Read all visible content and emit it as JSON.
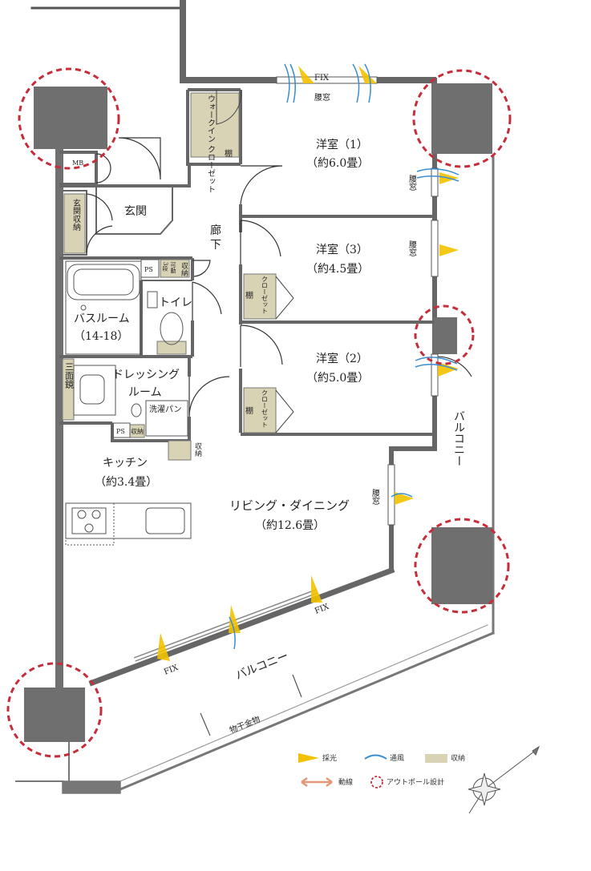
{
  "rooms": {
    "western1_name": "洋室（1）",
    "western1_size": "（約6.0畳）",
    "western3_name": "洋室（3）",
    "western3_size": "（約4.5畳）",
    "western2_name": "洋室（2）",
    "western2_size": "（約5.0畳）",
    "entrance": "玄関",
    "corridor_1": "廊",
    "corridor_2": "下",
    "bathroom_name": "バスルーム",
    "bathroom_size": "（14-18）",
    "toilet": "トイレ",
    "dressing_1": "ドレッシング",
    "dressing_2": "ルーム",
    "kitchen_name": "キッチン",
    "kitchen_size": "（約3.4畳）",
    "living_name": "リビング・ダイニング",
    "living_size": "（約12.6畳）",
    "balcony_right": "バルコニー",
    "balcony_bottom": "バルコニー"
  },
  "labels": {
    "fix_top": "FIX",
    "fix_living_1": "FIX",
    "fix_living_2": "FIX",
    "waist_window_top": "腰窓",
    "waist_window_r1": "腰窓",
    "waist_window_r3": "腰窓",
    "waist_window_living": "腰窓",
    "walk_in_closet": "ウォークイン クローゼット",
    "shelf": "棚",
    "closet": "クローゼット",
    "mb": "MB",
    "ps": "PS",
    "genkan_storage": "玄関収納",
    "storage": "収納",
    "three_shelves": "3段",
    "movable": "可動",
    "three_mirror": "三面鏡",
    "washer_pan": "洗濯パン",
    "clothes_hanger": "物干金物"
  },
  "legend": {
    "daylight": "採光",
    "ventilation": "通風",
    "storage": "収納",
    "circulation": "動線",
    "outpole": "アウトポール設計"
  },
  "colors": {
    "wall": "#6b6b6b",
    "pillar": "#6f6f6f",
    "storage_fill": "#d9d3b6",
    "daylight": "#f2c200",
    "ventilation": "#3a8ed0",
    "circulation": "#e8967a",
    "outpole": "#c62d3a"
  }
}
